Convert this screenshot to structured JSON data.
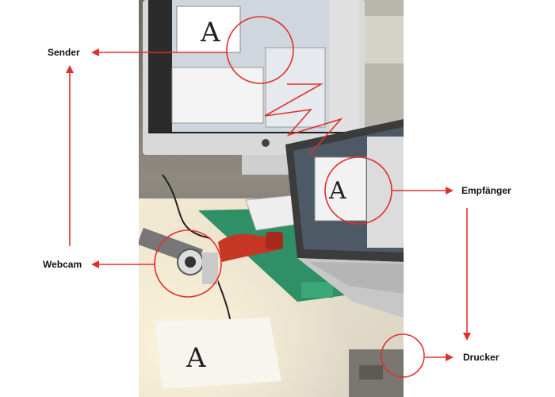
{
  "labels": {
    "sender": "Sender",
    "webcam": "Webcam",
    "empfaenger": "Empfänger",
    "drucker": "Drucker"
  },
  "colors": {
    "annotation": "#e0302c",
    "background": "#ffffff"
  },
  "photo": {
    "description_icons": [
      "imac-monitor",
      "laptop",
      "keyboard",
      "webcam",
      "desk-lamp",
      "paper-sheet",
      "printer"
    ]
  }
}
